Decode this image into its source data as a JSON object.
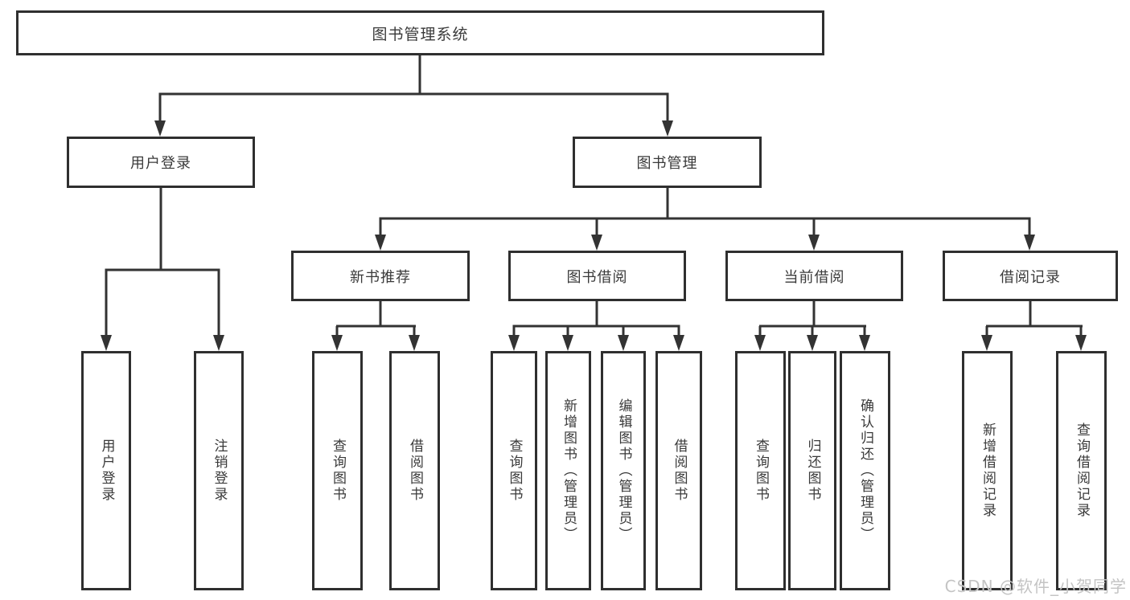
{
  "diagram_type": "hierarchy",
  "colors": {
    "line": "#333333",
    "node_border": "#2f2f2f",
    "node_background": "#ffffff",
    "text": "#3a3a3a",
    "watermark": "#c4c4c4"
  },
  "tree": {
    "root": {
      "label": "图书管理系统",
      "children": [
        {
          "label": "用户登录",
          "children": [
            {
              "label": "用户登录"
            },
            {
              "label": "注销登录"
            }
          ]
        },
        {
          "label": "图书管理",
          "children": [
            {
              "label": "新书推荐",
              "children": [
                {
                  "label": "查询图书"
                },
                {
                  "label": "借阅图书"
                }
              ]
            },
            {
              "label": "图书借阅",
              "children": [
                {
                  "label": "查询图书"
                },
                {
                  "label": "新增图书（管理员）"
                },
                {
                  "label": "编辑图书（管理员）"
                },
                {
                  "label": "借阅图书"
                }
              ]
            },
            {
              "label": "当前借阅",
              "children": [
                {
                  "label": "查询图书"
                },
                {
                  "label": "归还图书"
                },
                {
                  "label": "确认归还（管理员）"
                }
              ]
            },
            {
              "label": "借阅记录",
              "children": [
                {
                  "label": "新增借阅记录"
                },
                {
                  "label": "查询借阅记录"
                }
              ]
            }
          ]
        }
      ]
    }
  },
  "watermark": {
    "text": "CSDN @软件_小贺同学"
  }
}
